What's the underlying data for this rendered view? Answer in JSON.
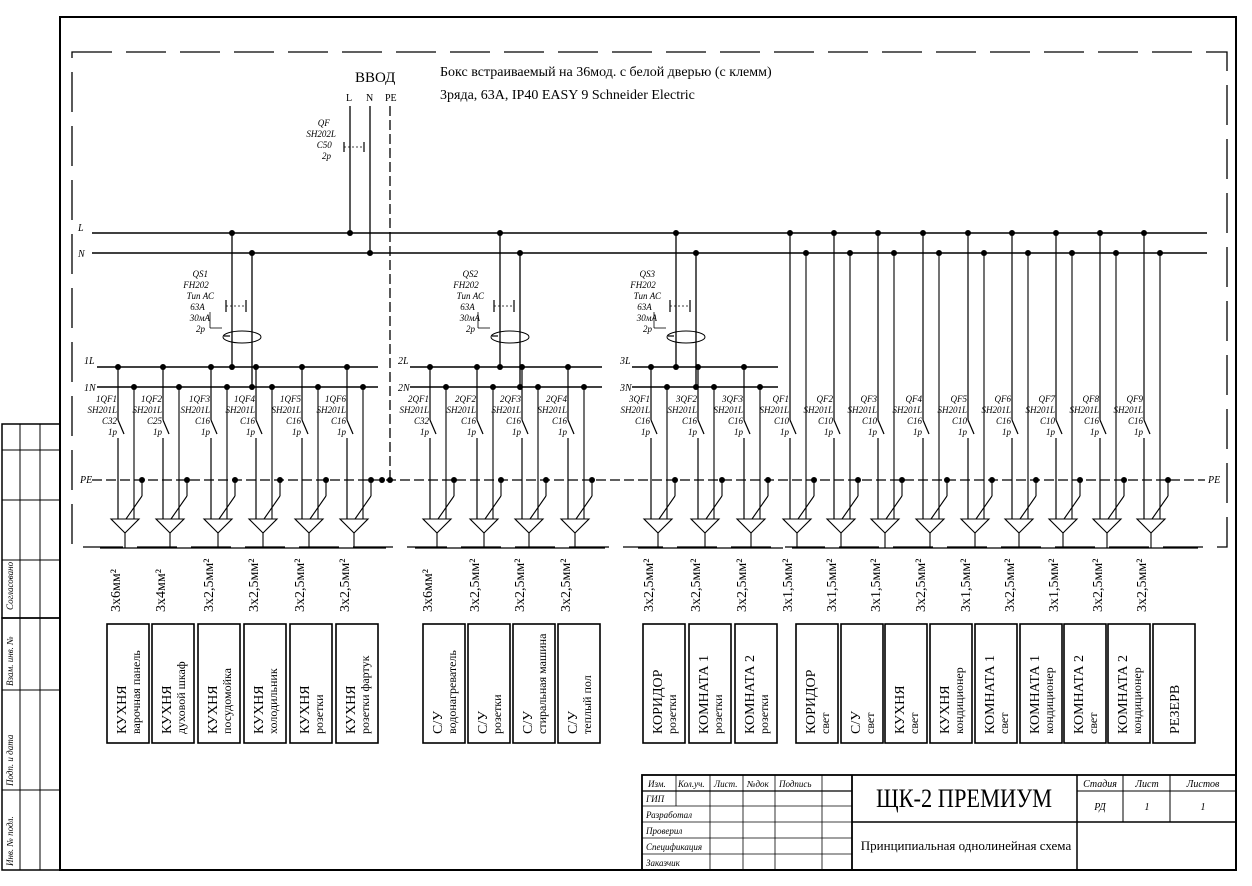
{
  "header": {
    "input_label": "ВВОД",
    "box_line1": "Бокс встраиваемый на 36мод. с белой дверью (с клемм)",
    "box_line2": "3ряда, 63А, IP40 EASY 9  Schneider Electric",
    "phase_L": "L",
    "phase_N": "N",
    "phase_PE": "PE"
  },
  "bus": {
    "L": "L",
    "N": "N",
    "PE": "PE",
    "g1L": "1L",
    "g1N": "1N",
    "g2L": "2L",
    "g2N": "2N",
    "g3L": "3L",
    "g3N": "3N"
  },
  "main_breaker": [
    "QF",
    "SH202L",
    "C50",
    "2p"
  ],
  "rcds": [
    [
      "QS1",
      "FH202",
      "Тип АС",
      "63А",
      "30мА",
      "2p"
    ],
    [
      "QS2",
      "FH202",
      "Тип АС",
      "63А",
      "30мА",
      "2p"
    ],
    [
      "QS3",
      "FH202",
      "Тип АС",
      "63А",
      "30мА",
      "2p"
    ]
  ],
  "circuits": [
    {
      "lines": [
        "1QF1",
        "SH201L",
        "C32",
        "1p"
      ],
      "cable": "3x6мм²",
      "load": [
        "КУХНЯ",
        "варочная панель"
      ]
    },
    {
      "lines": [
        "1QF2",
        "SH201L",
        "C25",
        "1p"
      ],
      "cable": "3x4мм²",
      "load": [
        "КУХНЯ",
        "духовой шкаф"
      ]
    },
    {
      "lines": [
        "1QF3",
        "SH201L",
        "C16",
        "1p"
      ],
      "cable": "3x2,5мм²",
      "load": [
        "КУХНЯ",
        "посудомойка"
      ]
    },
    {
      "lines": [
        "1QF4",
        "SH201L",
        "C16",
        "1p"
      ],
      "cable": "3x2,5мм²",
      "load": [
        "КУХНЯ",
        "холодильник"
      ]
    },
    {
      "lines": [
        "1QF5",
        "SH201L",
        "C16",
        "1p"
      ],
      "cable": "3x2,5мм²",
      "load": [
        "КУХНЯ",
        "розетки"
      ]
    },
    {
      "lines": [
        "1QF6",
        "SH201L",
        "C16",
        "1p"
      ],
      "cable": "3x2,5мм²",
      "load": [
        "КУХНЯ",
        "розетки фартук"
      ]
    },
    {
      "lines": [
        "2QF1",
        "SH201L",
        "C32",
        "1p"
      ],
      "cable": "3x6мм²",
      "load": [
        "С/У",
        "водонагреватель"
      ]
    },
    {
      "lines": [
        "2QF2",
        "SH201L",
        "C16",
        "1p"
      ],
      "cable": "3x2,5мм²",
      "load": [
        "С/У",
        "розетки"
      ]
    },
    {
      "lines": [
        "2QF3",
        "SH201L",
        "C16",
        "1p"
      ],
      "cable": "3x2,5мм²",
      "load": [
        "С/У",
        "стиральная машина"
      ]
    },
    {
      "lines": [
        "2QF4",
        "SH201L",
        "C16",
        "1p"
      ],
      "cable": "3x2,5мм²",
      "load": [
        "С/У",
        "теплый пол"
      ]
    },
    {
      "lines": [
        "3QF1",
        "SH201L",
        "C16",
        "1p"
      ],
      "cable": "3x2,5мм²",
      "load": [
        "КОРИДОР",
        "розетки"
      ]
    },
    {
      "lines": [
        "3QF2",
        "SH201L",
        "C16",
        "1p"
      ],
      "cable": "3x2,5мм²",
      "load": [
        "КОМНАТА 1",
        "розетки"
      ]
    },
    {
      "lines": [
        "3QF3",
        "SH201L",
        "C16",
        "1p"
      ],
      "cable": "3x2,5мм²",
      "load": [
        "КОМНАТА 2",
        "розетки"
      ]
    },
    {
      "lines": [
        "QF1",
        "SH201L",
        "C10",
        "1p"
      ],
      "cable": "3x1,5мм²",
      "load": [
        "КОРИДОР",
        "свет"
      ]
    },
    {
      "lines": [
        "QF2",
        "SH201L",
        "C10",
        "1p"
      ],
      "cable": "3x1,5мм²",
      "load": [
        "С/У",
        "свет"
      ]
    },
    {
      "lines": [
        "QF3",
        "SH201L",
        "C10",
        "1p"
      ],
      "cable": "3x1,5мм²",
      "load": [
        "КУХНЯ",
        "свет"
      ]
    },
    {
      "lines": [
        "QF4",
        "SH201L",
        "C16",
        "1p"
      ],
      "cable": "3x2,5мм²",
      "load": [
        "КУХНЯ",
        "кондиционер"
      ]
    },
    {
      "lines": [
        "QF5",
        "SH201L",
        "C10",
        "1p"
      ],
      "cable": "3x1,5мм²",
      "load": [
        "КОМНАТА 1",
        "свет"
      ]
    },
    {
      "lines": [
        "QF6",
        "SH201L",
        "C16",
        "1p"
      ],
      "cable": "3x2,5мм²",
      "load": [
        "КОМНАТА 1",
        "кондиционер"
      ]
    },
    {
      "lines": [
        "QF7",
        "SH201L",
        "C10",
        "1p"
      ],
      "cable": "3x1,5мм²",
      "load": [
        "КОМНАТА 2",
        "свет"
      ]
    },
    {
      "lines": [
        "QF8",
        "SH201L",
        "C16",
        "1p"
      ],
      "cable": "3x2,5мм²",
      "load": [
        "КОМНАТА 2",
        "кондиционер"
      ]
    },
    {
      "lines": [
        "QF9",
        "SH201L",
        "C16",
        "1p"
      ],
      "cable": "3x2,5мм²",
      "load": [
        "РЕЗЕРВ"
      ]
    }
  ],
  "title_block": {
    "headers": [
      "Изм.",
      "Кол.уч.",
      "Лист.",
      "№док",
      "Подпись"
    ],
    "roles": [
      "ГИП",
      "Разработал",
      "Проверил",
      "Спецификация",
      "Заказчик"
    ],
    "title": "ЩК-2 ПРЕМИУМ",
    "subtitle": "Принципиальная однолинейная схема",
    "stage_label": "Стадия",
    "stage": "РД",
    "sheet_label": "Лист",
    "sheet": "1",
    "sheets_label": "Листов",
    "sheets": "1"
  },
  "side_stamp": {
    "agreed": "Согласовано",
    "fields": [
      "Инв. № подл.",
      "Подп. и дата",
      "Взам. инв. №"
    ]
  }
}
